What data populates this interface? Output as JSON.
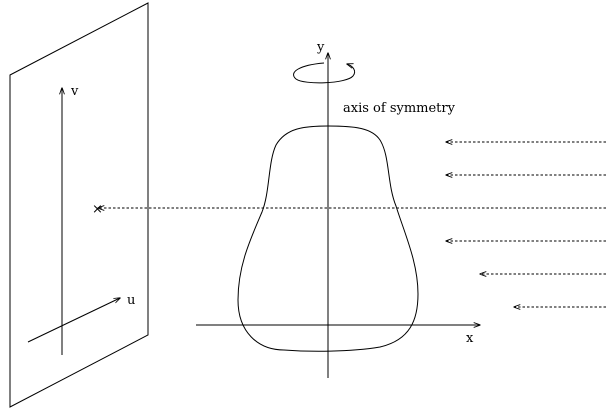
{
  "labels": {
    "v_axis": "v",
    "u_axis": "u",
    "y_axis": "y",
    "x_axis": "x",
    "axis_of_symmetry": "axis of symmetry"
  },
  "rays": {
    "count": 6,
    "projection_marker": "×"
  }
}
